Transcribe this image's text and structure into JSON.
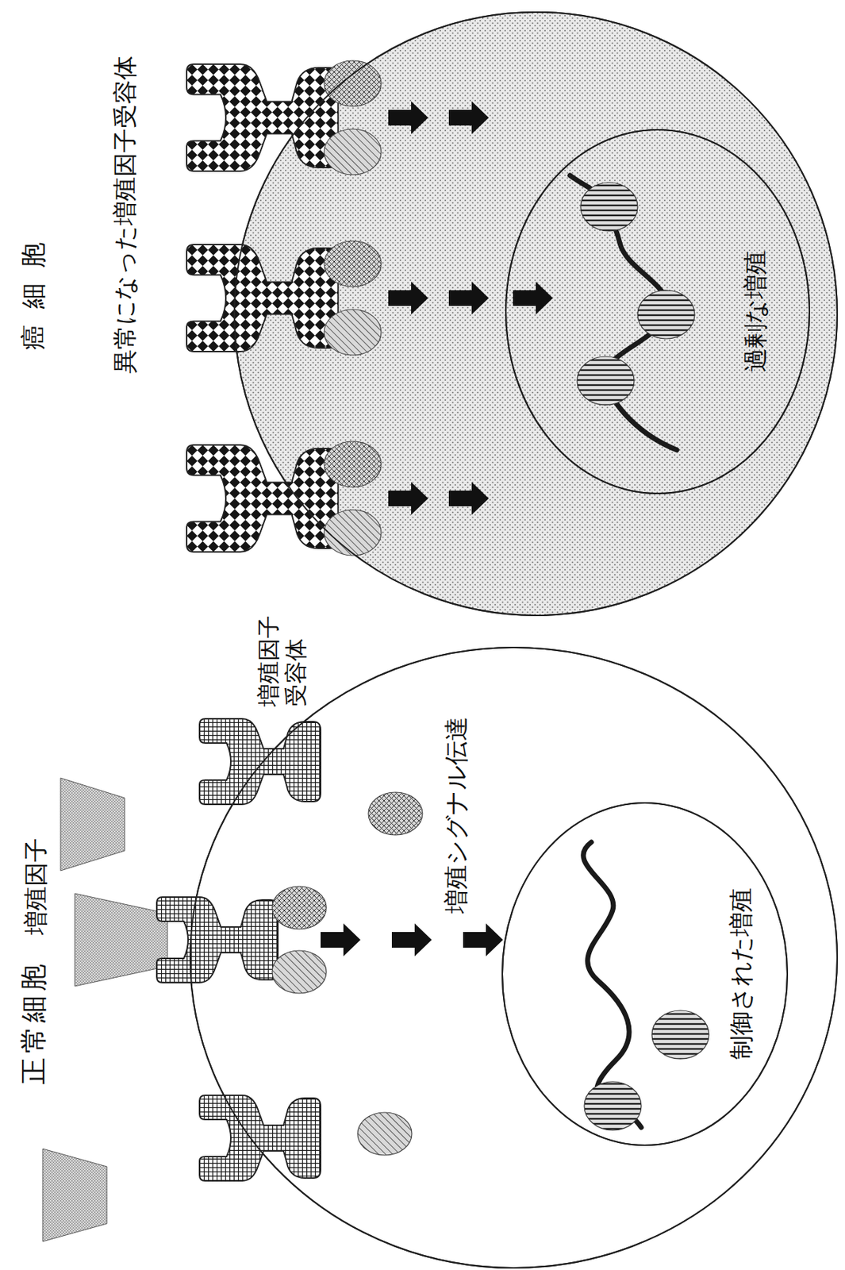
{
  "diagram": {
    "nodes": [
      {
        "text": [
          "正常細胞"
        ]
      },
      {
        "text": [
          "制御された増殖"
        ],
        "in": 0
      },
      {
        "text": [
          "癌細胞"
        ]
      },
      {
        "text": [
          "過剰な増殖"
        ],
        "in": 2
      }
    ],
    "labels": [
      "増殖因子",
      "増殖因子受容体",
      "増殖シグナル伝達",
      "異常になった増殖因子受容体"
    ]
  }
}
